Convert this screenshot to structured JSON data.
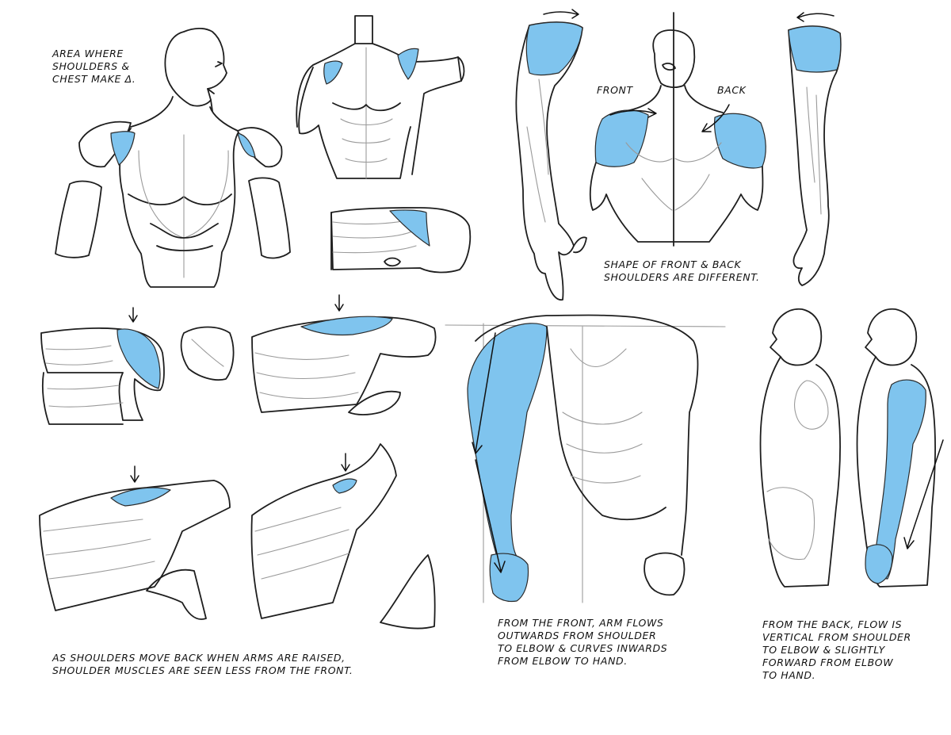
{
  "colors": {
    "highlight": "#7fc4ee",
    "ink": "#1e1e1e",
    "guide": "#9a9a9a",
    "background": "#ffffff"
  },
  "notes": {
    "shoulder_chest": [
      "AREA WHERE",
      "SHOULDERS &",
      "CHEST MAKE Δ."
    ],
    "front_label": "FRONT",
    "back_label": "BACK",
    "front_back_shape": [
      "SHAPE OF FRONT & BACK",
      "SHOULDERS ARE DIFFERENT."
    ],
    "arms_raised": [
      "AS SHOULDERS MOVE BACK WHEN ARMS ARE RAISED,",
      "SHOULDER MUSCLES ARE SEEN LESS FROM THE FRONT."
    ],
    "front_flow": [
      "FROM THE FRONT, ARM FLOWS",
      "OUTWARDS FROM SHOULDER",
      "TO ELBOW & CURVES INWARDS",
      "FROM ELBOW TO HAND."
    ],
    "back_flow": [
      "FROM THE BACK, FLOW IS",
      "VERTICAL FROM SHOULDER",
      "TO ELBOW & SLIGHTLY",
      "FORWARD FROM ELBOW",
      "TO HAND."
    ]
  }
}
